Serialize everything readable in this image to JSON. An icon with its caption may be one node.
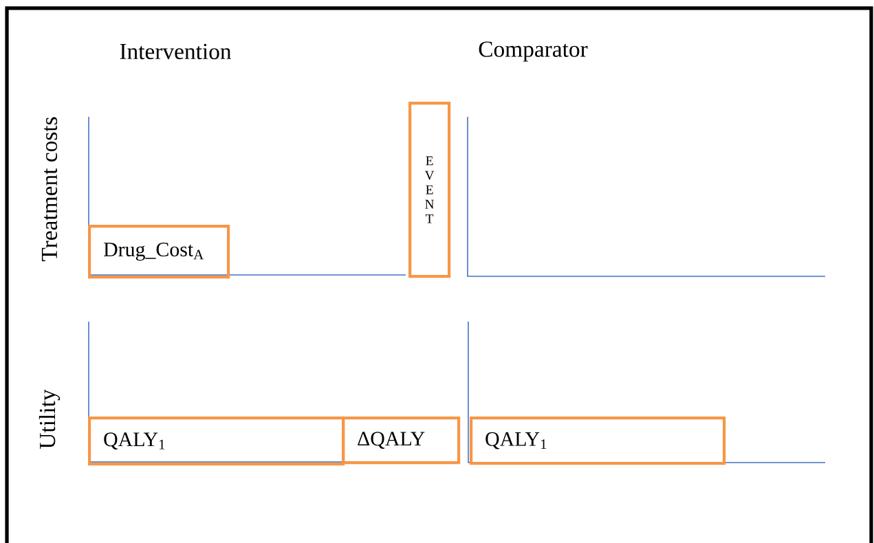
{
  "diagram": {
    "nodes": [
      {
        "text": [
          "Drug_Cost$_{A}$"
        ]
      },
      {
        "text": [
          "E V E N T"
        ]
      },
      {
        "text": [
          "QALY$_{1}$"
        ]
      },
      {
        "text": [
          "ΔQALY"
        ]
      },
      {
        "text": [
          "QALY$_{1}$"
        ]
      }
    ],
    "labels": [
      "Intervention",
      "Comparator",
      "Treatment costs",
      "Utility"
    ]
  }
}
